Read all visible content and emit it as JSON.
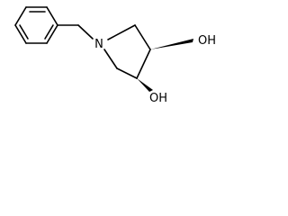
{
  "structure": {
    "atom_labels": {
      "nitrogen": "N",
      "hydroxyl_top": "OH",
      "hydroxyl_bottom": "OH"
    },
    "line_color": "#000000",
    "background_color": "#ffffff"
  }
}
